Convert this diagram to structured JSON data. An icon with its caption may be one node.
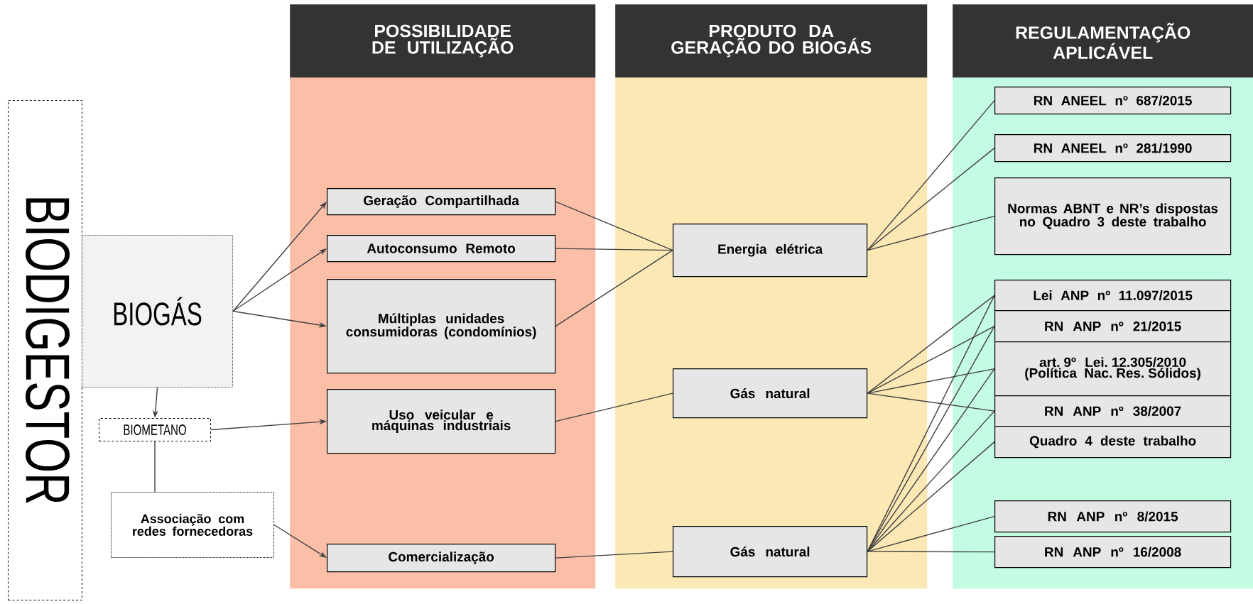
{
  "diagram": {
    "nodes": [
      {
        "text": [
          "BIODIGESTOR"
        ]
      },
      {
        "text": [
          "POSSIBILIDADE DE UTILIZAÇÃO"
        ]
      },
      {
        "text": [
          "PRODUTO DA GERAÇÃO DO BIOGÁS"
        ]
      },
      {
        "text": [
          "REGULAMENTAÇÃO APLICÁVEL"
        ]
      },
      {
        "text": [
          "BIOGÁS"
        ]
      },
      {
        "text": [
          "BIOMETANO"
        ]
      },
      {
        "text": [
          "Associação com redes fornecedoras"
        ]
      },
      {
        "text": [
          "Geração Compartilhada"
        ],
        "in": 1
      },
      {
        "text": [
          "Autoconsumo Remoto"
        ],
        "in": 1
      },
      {
        "text": [
          "Múltiplas unidades consumidoras (condomínios)"
        ],
        "in": 1
      },
      {
        "text": [
          "Uso veicular e máquinas industriais"
        ],
        "in": 1
      },
      {
        "text": [
          "Comercialização"
        ],
        "in": 1
      },
      {
        "text": [
          "Energia elétrica"
        ],
        "in": 2
      },
      {
        "text": [
          "Gás natural"
        ],
        "in": 2
      },
      {
        "text": [
          "Gás natural"
        ],
        "in": 2
      },
      {
        "text": [
          "RN ANEEL nº 687/2015"
        ],
        "in": 3
      },
      {
        "text": [
          "RN ANEEL nº 281/1990"
        ],
        "in": 3
      },
      {
        "text": [
          "Normas ABNT e NR’s dispostas no Quadro 3 deste trabalho"
        ],
        "in": 3
      },
      {
        "text": [
          "Lei ANP nº 11.097/2015"
        ],
        "in": 3
      },
      {
        "text": [
          "RN ANP nº 21/2015"
        ],
        "in": 3
      },
      {
        "text": [
          "art. 9º Lei. 12.305/2010 (Política Nac. Res. Sólidos)"
        ],
        "in": 3
      },
      {
        "text": [
          "RN ANP nº 38/2007"
        ],
        "in": 3
      },
      {
        "text": [
          "Quadro 4 deste trabalho"
        ],
        "in": 3
      },
      {
        "text": [
          "RN ANP nº 8/2015"
        ],
        "in": 3
      },
      {
        "text": [
          "RN ANP nº 16/2008"
        ],
        "in": 3
      }
    ],
    "edges": [
      {
        "from": 4,
        "to": 7,
        "arrow": "to"
      },
      {
        "from": 4,
        "to": 8,
        "arrow": "to"
      },
      {
        "from": 4,
        "to": 9,
        "arrow": "to"
      },
      {
        "from": 4,
        "to": 5,
        "arrow": "to"
      },
      {
        "from": 5,
        "to": 10,
        "arrow": "to"
      },
      {
        "from": 5,
        "to": 6,
        "arrow": "none"
      },
      {
        "from": 6,
        "to": 11,
        "arrow": "to"
      },
      {
        "from": 7,
        "to": 12,
        "arrow": "none"
      },
      {
        "from": 8,
        "to": 12,
        "arrow": "none"
      },
      {
        "from": 9,
        "to": 12,
        "arrow": "none"
      },
      {
        "from": 10,
        "to": 13,
        "arrow": "none"
      },
      {
        "from": 11,
        "to": 14,
        "arrow": "none"
      },
      {
        "from": 12,
        "to": 15,
        "arrow": "none"
      },
      {
        "from": 12,
        "to": 16,
        "arrow": "none"
      },
      {
        "from": 12,
        "to": 17,
        "arrow": "none"
      },
      {
        "from": 13,
        "to": 18,
        "arrow": "none"
      },
      {
        "from": 13,
        "to": 19,
        "arrow": "none"
      },
      {
        "from": 13,
        "to": 20,
        "arrow": "none"
      },
      {
        "from": 13,
        "to": 21,
        "arrow": "none"
      },
      {
        "from": 14,
        "to": 18,
        "arrow": "none"
      },
      {
        "from": 14,
        "to": 19,
        "arrow": "none"
      },
      {
        "from": 14,
        "to": 20,
        "arrow": "none"
      },
      {
        "from": 14,
        "to": 21,
        "arrow": "none"
      },
      {
        "from": 14,
        "to": 22,
        "arrow": "none"
      },
      {
        "from": 14,
        "to": 23,
        "arrow": "none"
      },
      {
        "from": 14,
        "to": 24,
        "arrow": "none"
      }
    ]
  }
}
